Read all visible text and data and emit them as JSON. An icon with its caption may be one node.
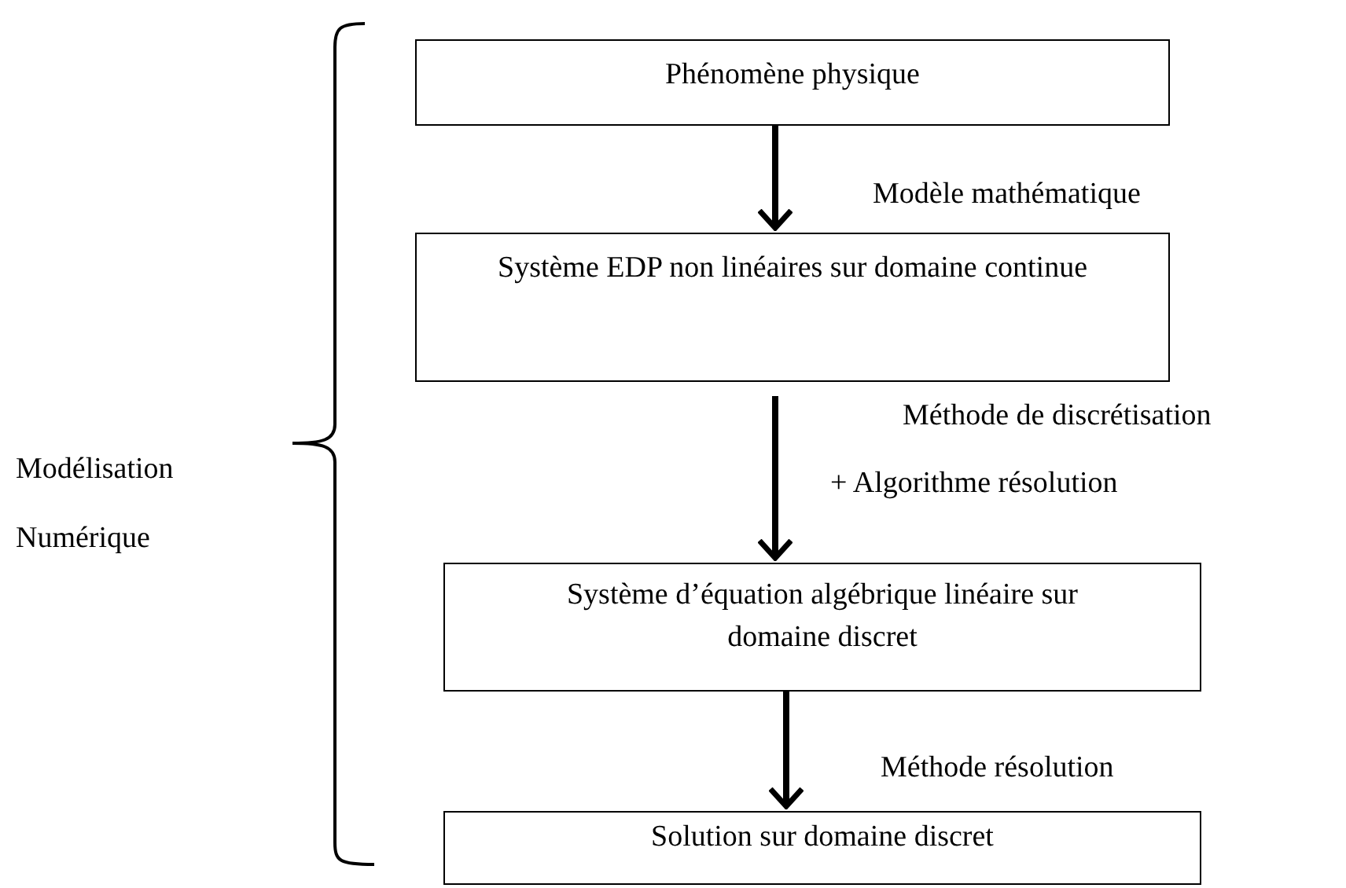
{
  "diagram": {
    "nodes": [
      {
        "text": [
          "Phénomène physique"
        ]
      },
      {
        "text": [
          "Système EDP non linéaires sur domaine continue"
        ]
      },
      {
        "text": [
          "Système d’équation algébrique linéaire sur domaine discret"
        ]
      },
      {
        "text": [
          "Solution sur domaine discret"
        ]
      }
    ],
    "edges": [
      {
        "from": 0,
        "to": 1,
        "arrow": "to",
        "label": "Modèle mathématique"
      },
      {
        "from": 1,
        "to": 2,
        "arrow": "to",
        "label": "Méthode de discrétisation"
      },
      {
        "from": 2,
        "to": 3,
        "arrow": "to",
        "label": "Méthode résolution"
      }
    ],
    "labels": [
      "+ Algorithme résolution",
      "Modélisation Numérique"
    ]
  }
}
